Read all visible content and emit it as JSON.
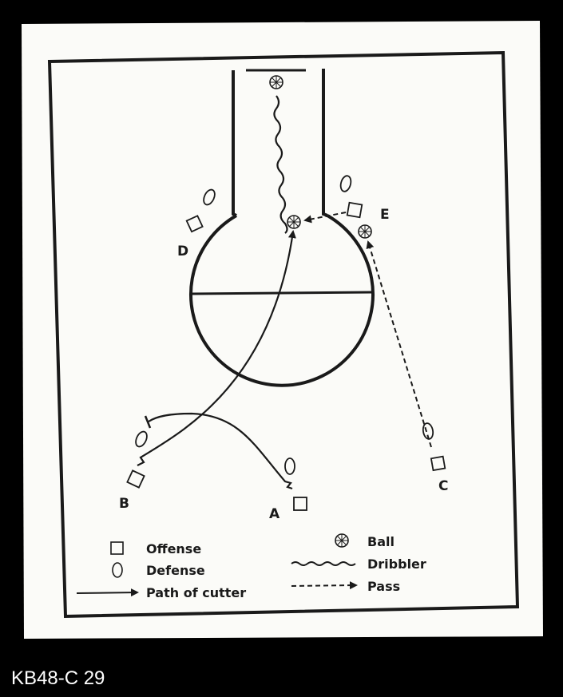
{
  "diagram": {
    "players": {
      "offense": [
        "A",
        "B",
        "C",
        "D",
        "E"
      ]
    },
    "legend": {
      "offense": "Offense",
      "defense": "Defense",
      "path_of_cutter": "Path of cutter",
      "ball": "Ball",
      "dribbler": "Dribbler",
      "pass": "Pass"
    }
  },
  "caption": "KB48-C 29",
  "colors": {
    "background": "#000000",
    "card": "#fbfbf8",
    "ink": "#1a1a1a"
  }
}
